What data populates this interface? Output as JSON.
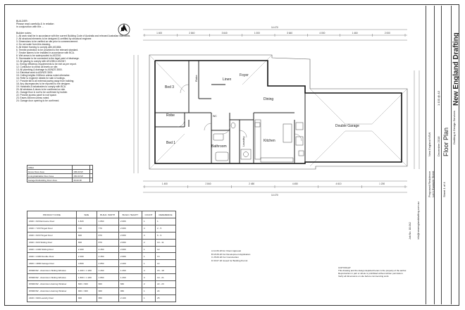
{
  "notes": {
    "header": [
      "BUILDER:",
      "Please read carefully & in relation",
      "in conjunction with the ..."
    ],
    "heading": "Builder notes:",
    "items": [
      "1. All work shall be in accordance with the current Building Code of Australia and relevant Australian Standards.",
      "2. All structural elements to be designed & certified by structural engineer.",
      "3. Dimensions to be verified on site prior to commencement.",
      "4. Do not scale from this drawing.",
      "5. All timber framing to comply with AS1684.",
      "6. Termite protection to be provided to the relevant standard.",
      "7. Smoke alarms to be installed in accordance with BCA.",
      "8. Wet areas to be waterproofed to AS3740.",
      "9. Stormwater to be connected to the legal point of discharge.",
      "10. All glazing to comply with AS1288 & AS2047.",
      "11. Energy efficiency requirements to be met as per report.",
      "12. Contractor to check all levels on site.",
      "13. All plumbing & drainage to AS/NZS 3500.",
      "14. Electrical work to AS/NZS 3000.",
      "15. Ceiling heights 2400mm unless noted otherwise.",
      "16. Refer to engineer details for slab & footings.",
      "17. Provide fall to all external paving away from building.",
      "18. Any discrepancies to be reported to the designer.",
      "19. Handrails & balustrades to comply with BCA.",
      "20. All windows & doors to be confirmed on site.",
      "21. Garage floor & roof to be confirmed by builder.",
      "22. Provide access panel to roof space.",
      "23. Eaves 450mm unless noted.",
      "24. Garage door opening to be confirmed."
    ]
  },
  "rooms": {
    "bed3": "Bed 3",
    "robe_top": "Robe",
    "linen": "Linen",
    "foyer": "Foyer",
    "dining": "Dining",
    "robe": "Robe",
    "bed1": "Bed 1",
    "wc": "WC",
    "bathroom": "Bathroom",
    "laundry": "Laundry",
    "kitchen": "Kitchen",
    "garage": "Double Garage"
  },
  "dims_top": [
    "1 400",
    "2 840",
    "3 640",
    "1 000",
    "3 640",
    "4 000",
    "1 460",
    "2 000"
  ],
  "dims_total_top": "14 470",
  "dims_bottom": [
    "1 400",
    "2 840",
    "2 450",
    "4 450",
    "4 610",
    "1 200"
  ],
  "dims_total_bottom": "14 470",
  "area_table": {
    "headers": [
      "AREA",
      "",
      ""
    ],
    "rows": [
      [
        "Gross Floor Area",
        "186.00 M²",
        ""
      ],
      [
        "Living/Habitable Floor Area",
        "150.00 M²",
        ""
      ],
      [
        "Garage/Outbuilding Floor Area",
        "36.00 M²",
        ""
      ]
    ]
  },
  "schedule": {
    "headers": [
      "PRODUCT CODE",
      "SIZE",
      "BUILD. WIDTH",
      "BUILD. HEIGHT",
      "COUNT",
      "REFERENCE"
    ],
    "rows": [
      [
        "2040 × 820 Entrance Door",
        "1 820",
        "1 860",
        "2 080",
        "1",
        "1"
      ],
      [
        "2040 × 720 Hinged Door",
        "720",
        "770",
        "2 080",
        "4",
        "2 - 5"
      ],
      [
        "2040 × 820 Hinged Door",
        "820",
        "870",
        "2 080",
        "4",
        "6 - 9"
      ],
      [
        "2040 × 820 Sliding Door",
        "820",
        "870",
        "2 080",
        "2",
        "10 - 11"
      ],
      [
        "2040 × 2400 Sliding Door",
        "2 400",
        "2 450",
        "2 080",
        "1",
        "12"
      ],
      [
        "2040 × 2400 Double Door",
        "2 400",
        "2 450",
        "2 080",
        "1",
        "13"
      ],
      [
        "2400 × 4800 Garage Door",
        "4 800",
        "4 850",
        "2 400",
        "1",
        "14"
      ],
      [
        "WINDOW - Aluminium Sliding Window",
        "1 200 × 1 200",
        "1 260",
        "1 260",
        "4",
        "15 - 18"
      ],
      [
        "WINDOW - Aluminium Sliding Window",
        "1 800 × 1 200",
        "1 860",
        "1 260",
        "3",
        "19 - 21"
      ],
      [
        "WINDOW - Aluminium Awning Window",
        "600 × 600",
        "660",
        "660",
        "2",
        "22 - 23"
      ],
      [
        "WINDOW - Aluminium Awning Window",
        "900 × 900",
        "960",
        "960",
        "1",
        "24"
      ],
      [
        "2100 × 900 Laundry Door",
        "900",
        "950",
        "2 100",
        "1",
        "25"
      ]
    ]
  },
  "revisions": [
    "A 12.06.18   For Client Approval",
    "B 18.06.18   For Development Application",
    "C 25.06.18   For Construction",
    "D 03.07.18   Issued for Building Permit"
  ],
  "copyright": {
    "title": "COPYRIGHT",
    "text": "This drawing and the design depicted herein is the property of the author. Reproduction in part or whole is prohibited without written permission. Verify all dimensions on site before commencing work."
  },
  "title_block": {
    "company": "New England Drafting",
    "company_sub": "Drafting & Design Services",
    "drawing_title": "Floor Plan",
    "sheet": "Sheet 1 of 4",
    "date": "December 2018",
    "scale": "1:100 @ A3",
    "client": "Proposed Residence",
    "address": "Lot 1 Example Street",
    "location": "New England NSW",
    "contact": "info@newenglanddrafting.com.au",
    "ref": "Job No. 18-042"
  }
}
